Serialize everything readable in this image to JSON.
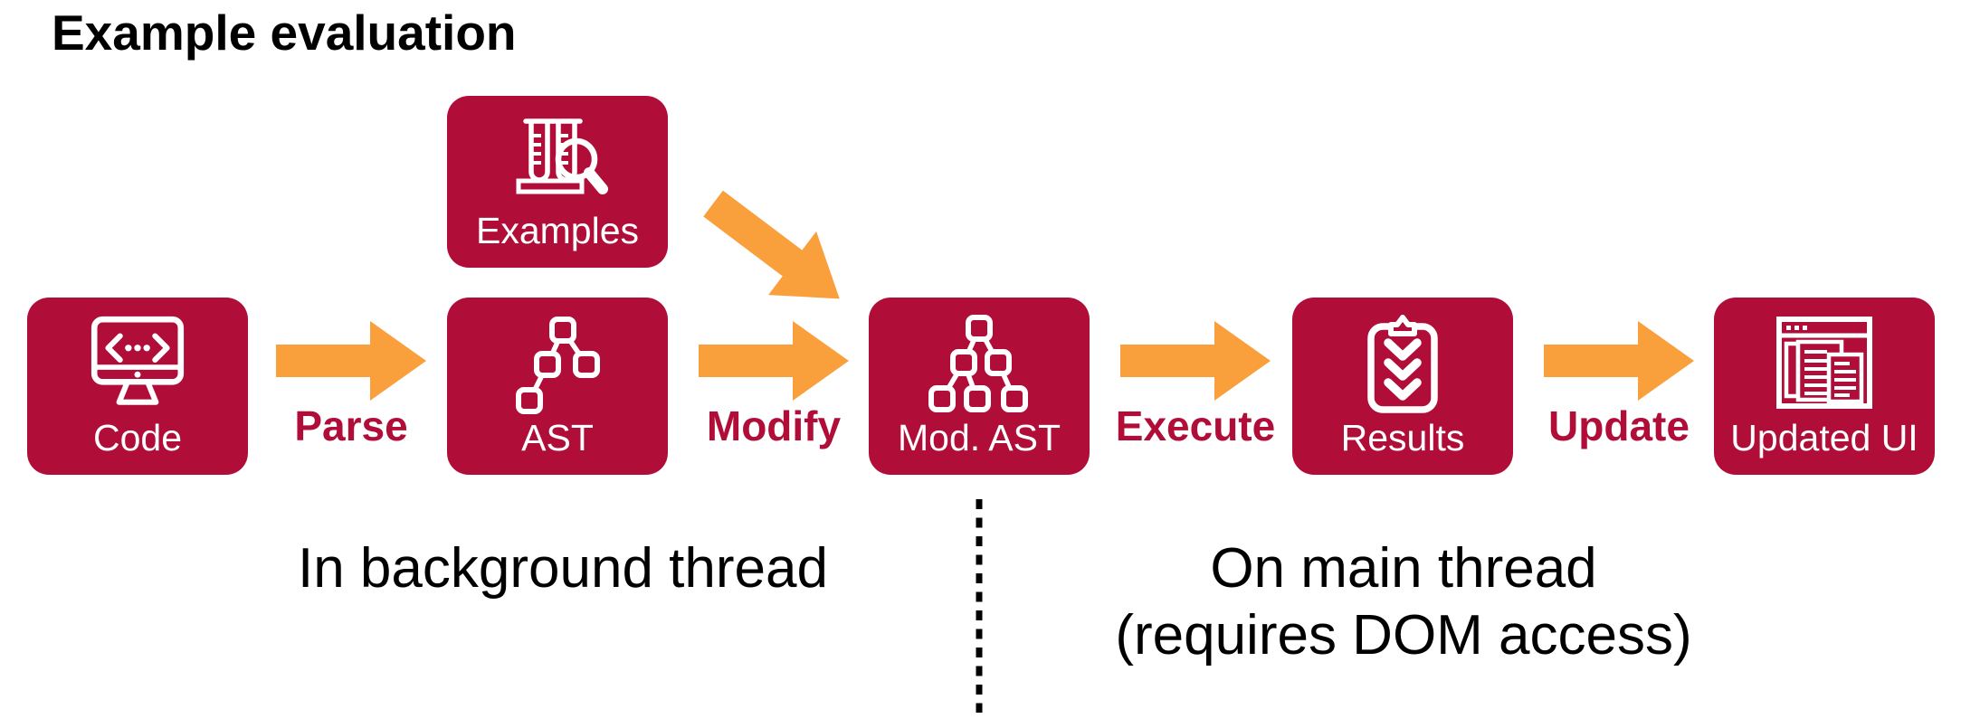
{
  "title": "Example evaluation",
  "colors": {
    "node_fill": "#B00D38",
    "arrow_orange": "#F9A03C",
    "edge_label_text": "#B00D38",
    "caption_text": "#000000",
    "node_label_text": "#FFFFFF"
  },
  "flow": {
    "nodes": {
      "code": {
        "label": "Code",
        "icon": "code-monitor-icon"
      },
      "examples": {
        "label": "Examples",
        "icon": "test-tubes-magnifier-icon"
      },
      "ast": {
        "label": "AST",
        "icon": "syntax-tree-icon"
      },
      "mod_ast": {
        "label": "Mod. AST",
        "icon": "modified-syntax-tree-icon"
      },
      "results": {
        "label": "Results",
        "icon": "clipboard-checks-icon"
      },
      "updated_ui": {
        "label": "Updated UI",
        "icon": "browser-window-icon"
      }
    },
    "edges": {
      "parse": {
        "label": "Parse"
      },
      "modify": {
        "label": "Modify"
      },
      "execute": {
        "label": "Execute"
      },
      "update": {
        "label": "Update"
      }
    }
  },
  "captions": {
    "background_thread": "In background thread",
    "main_thread_line1": "On main thread",
    "main_thread_line2": "(requires DOM access)"
  }
}
